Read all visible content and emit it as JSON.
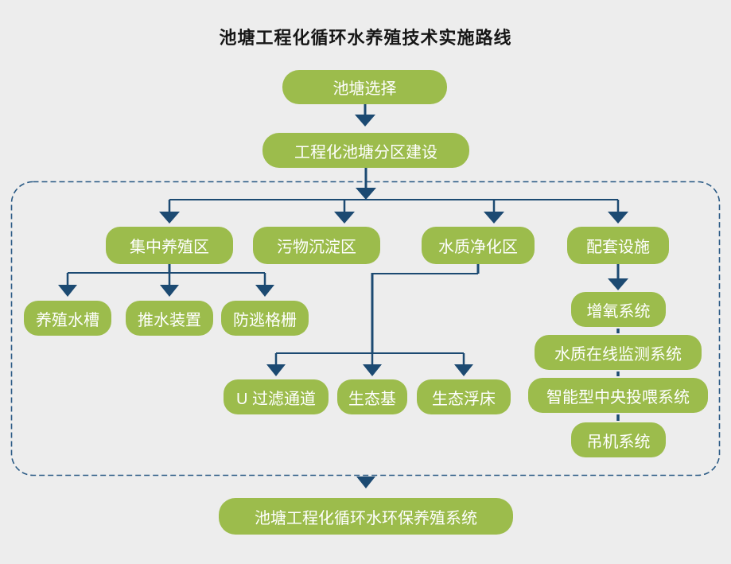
{
  "title": "池塘工程化循环水养殖技术实施路线",
  "colors": {
    "background": "#ededed",
    "node_green": "#9cbc4c",
    "node_text": "#ffffff",
    "connector_navy": "#1c4a72",
    "boundary_dash_navy": "#2a5a85",
    "title_text": "#161616"
  },
  "nodes": {
    "pond_selection": "池塘选择",
    "zoning_construction": "工程化池塘分区建设",
    "breeding_zone": "集中养殖区",
    "sediment_zone": "污物沉淀区",
    "purification_zone": "水质净化区",
    "facilities": "配套设施",
    "water_tank": "养殖水槽",
    "water_pusher": "推水装置",
    "escape_grille": "防逃格栅",
    "u_filter_channel": "U 过滤通道",
    "eco_substrate": "生态基",
    "eco_floating_bed": "生态浮床",
    "oxygen_system": "增氧系统",
    "monitoring_system": "水质在线监测系统",
    "feeding_system": "智能型中央投喂系统",
    "crane_system": "吊机系统",
    "final_system": "池塘工程化循环水环保养殖系统"
  },
  "edges": [
    {
      "from": "pond_selection",
      "to": "zoning_construction"
    },
    {
      "from": "zoning_construction",
      "to": "breeding_zone"
    },
    {
      "from": "zoning_construction",
      "to": "sediment_zone"
    },
    {
      "from": "zoning_construction",
      "to": "purification_zone"
    },
    {
      "from": "zoning_construction",
      "to": "facilities"
    },
    {
      "from": "breeding_zone",
      "to": "water_tank"
    },
    {
      "from": "breeding_zone",
      "to": "water_pusher"
    },
    {
      "from": "breeding_zone",
      "to": "escape_grille"
    },
    {
      "from": "purification_zone",
      "to": "u_filter_channel"
    },
    {
      "from": "purification_zone",
      "to": "eco_substrate"
    },
    {
      "from": "purification_zone",
      "to": "eco_floating_bed"
    },
    {
      "from": "facilities",
      "to": "oxygen_system"
    },
    {
      "from": "oxygen_system",
      "to": "monitoring_system"
    },
    {
      "from": "monitoring_system",
      "to": "feeding_system"
    },
    {
      "from": "feeding_system",
      "to": "crane_system"
    },
    {
      "from": "zoning_boundary_group",
      "to": "final_system"
    }
  ]
}
